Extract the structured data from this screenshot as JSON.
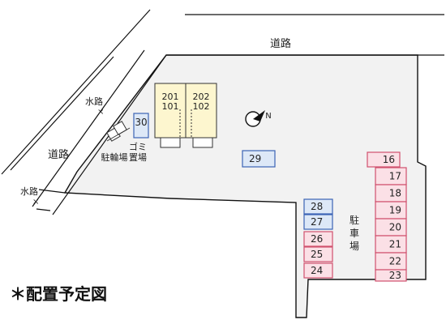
{
  "roads": {
    "top": "道路",
    "left": "道路"
  },
  "waterways": {
    "upper": "水路",
    "lower": "水路"
  },
  "building": {
    "units": [
      {
        "upper": "201",
        "lower": "101"
      },
      {
        "upper": "202",
        "lower": "102"
      }
    ]
  },
  "facilities": {
    "bicycle_parking": "駐輪場",
    "garbage_area": "ゴミ置場"
  },
  "parking": {
    "label": "駐車場",
    "spaces_blue": [
      "30",
      "29",
      "28",
      "27"
    ],
    "spaces_pink": [
      "16",
      "17",
      "18",
      "19",
      "20",
      "21",
      "22",
      "23",
      "26",
      "25",
      "24"
    ]
  },
  "compass": {
    "label": "N"
  },
  "title": "＊配置予定図",
  "colors": {
    "lot_fill": "#f2f2f2",
    "building_fill": "#fdf6cf",
    "blue_fill": "#dde8f7",
    "blue_stroke": "#3b63b5",
    "pink_fill": "#fbe0e6",
    "pink_stroke": "#d0506d"
  }
}
